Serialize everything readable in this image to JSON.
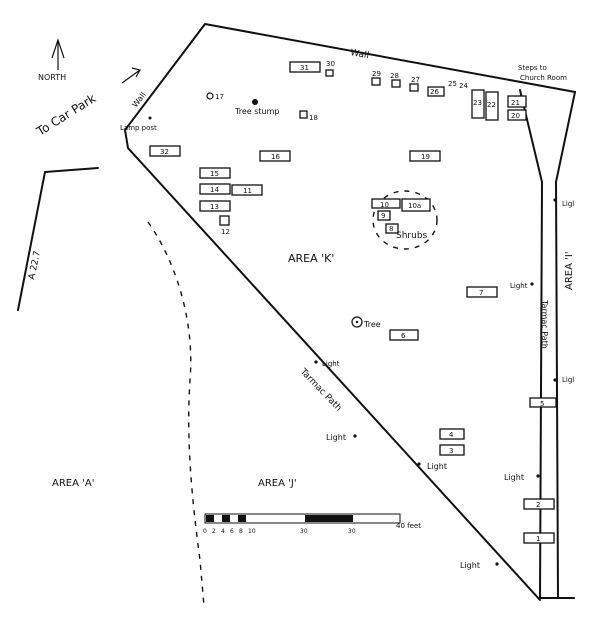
{
  "labels": {
    "north": "NORTH",
    "to_car_park": "To Car Park",
    "wall_top": "Wall",
    "wall_left": "Wall",
    "steps": "Steps to",
    "church_room": "Church Room",
    "lamp_post": "Lamp post",
    "tree_stump": "Tree stump",
    "tree": "Tree",
    "shrubs": "Shrubs",
    "road": "A 22.7",
    "area_k": "AREA 'K'",
    "area_j": "AREA 'J'",
    "area_a": "AREA 'A'",
    "area_i": "AREA 'I'",
    "tarmac_path_diag": "Tarmac Path",
    "tarmac_path_right": "Tarmac Path",
    "light": "Light",
    "light_short": "Ligl"
  },
  "plots": [
    {
      "label": "1"
    },
    {
      "label": "2"
    },
    {
      "label": "3"
    },
    {
      "label": "4"
    },
    {
      "label": "5"
    },
    {
      "label": "6"
    },
    {
      "label": "7"
    },
    {
      "label": "8"
    },
    {
      "label": "9"
    },
    {
      "label": "10"
    },
    {
      "label": "10a"
    },
    {
      "label": "11"
    },
    {
      "label": "12"
    },
    {
      "label": "13"
    },
    {
      "label": "14"
    },
    {
      "label": "15"
    },
    {
      "label": "16"
    },
    {
      "label": "17"
    },
    {
      "label": "18"
    },
    {
      "label": "19"
    },
    {
      "label": "20"
    },
    {
      "label": "21"
    },
    {
      "label": "22"
    },
    {
      "label": "23"
    },
    {
      "label": "24"
    },
    {
      "label": "25"
    },
    {
      "label": "26"
    },
    {
      "label": "27"
    },
    {
      "label": "28"
    },
    {
      "label": "29"
    },
    {
      "label": "30"
    },
    {
      "label": "31"
    },
    {
      "label": "32"
    }
  ],
  "scale": {
    "ticks": [
      "0",
      "2",
      "4",
      "6",
      "8",
      "10",
      "30",
      "30",
      "40 feet"
    ]
  }
}
